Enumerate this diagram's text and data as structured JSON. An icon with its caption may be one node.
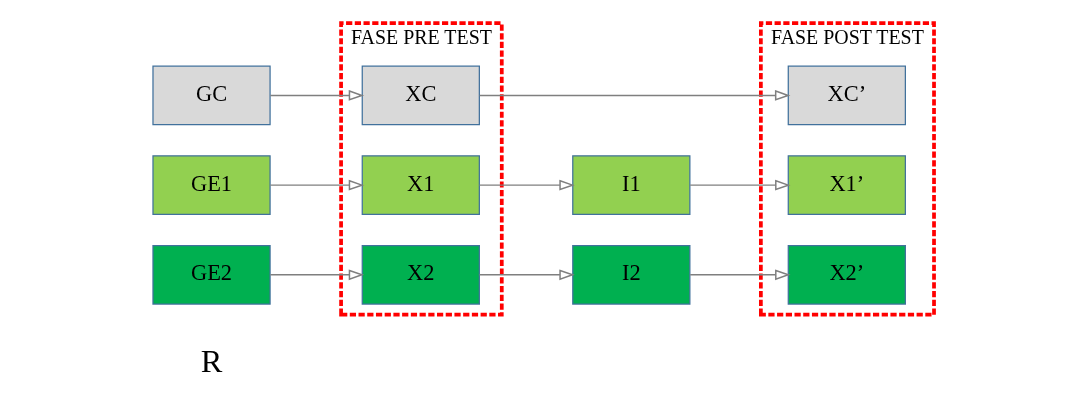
{
  "diagram": {
    "nodes": [
      {
        "text": [
          "GC"
        ]
      },
      {
        "text": [
          "GE1"
        ]
      },
      {
        "text": [
          "GE2"
        ]
      },
      {
        "text": [
          "FASE PRE TEST"
        ]
      },
      {
        "text": [
          "XC"
        ],
        "in": 3
      },
      {
        "text": [
          "X1"
        ],
        "in": 3
      },
      {
        "text": [
          "X2"
        ],
        "in": 3
      },
      {
        "text": [
          "I1"
        ]
      },
      {
        "text": [
          "I2"
        ]
      },
      {
        "text": [
          "FASE POST TEST"
        ]
      },
      {
        "text": [
          "XC’"
        ],
        "in": 9
      },
      {
        "text": [
          "X1’"
        ],
        "in": 9
      },
      {
        "text": [
          "X2’"
        ],
        "in": 9
      }
    ],
    "edges": [
      {
        "from": 0,
        "to": 4,
        "arrow": "to"
      },
      {
        "from": 1,
        "to": 5,
        "arrow": "to"
      },
      {
        "from": 2,
        "to": 6,
        "arrow": "to"
      },
      {
        "from": 4,
        "to": 10,
        "arrow": "to"
      },
      {
        "from": 5,
        "to": 7,
        "arrow": "to"
      },
      {
        "from": 6,
        "to": 8,
        "arrow": "to"
      },
      {
        "from": 7,
        "to": 11,
        "arrow": "to"
      },
      {
        "from": 8,
        "to": 12,
        "arrow": "to"
      }
    ],
    "labels": [
      "R"
    ]
  }
}
